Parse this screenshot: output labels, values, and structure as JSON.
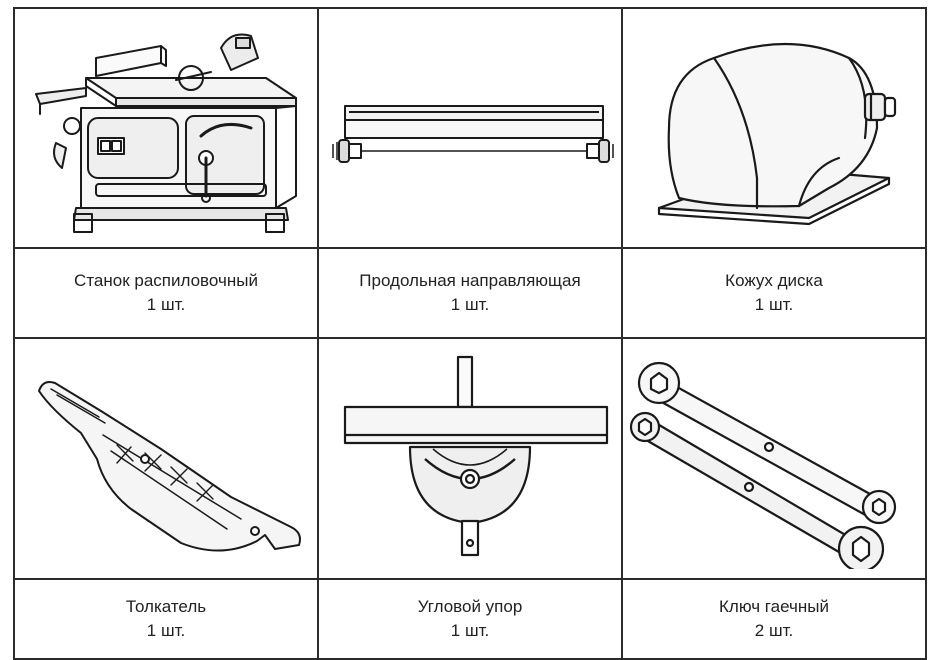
{
  "items": [
    {
      "name": "Станок распиловочный",
      "qty": "1 шт.",
      "icon": "table-saw-icon"
    },
    {
      "name": "Продольная направляющая",
      "qty": "1 шт.",
      "icon": "rip-fence-icon"
    },
    {
      "name": "Кожух диска",
      "qty": "1 шт.",
      "icon": "blade-guard-icon"
    },
    {
      "name": "Толкатель",
      "qty": "1 шт.",
      "icon": "push-stick-icon"
    },
    {
      "name": "Угловой упор",
      "qty": "1 шт.",
      "icon": "miter-gauge-icon"
    },
    {
      "name": "Ключ гаечный",
      "qty": "2 шт.",
      "icon": "wrench-icon"
    }
  ]
}
